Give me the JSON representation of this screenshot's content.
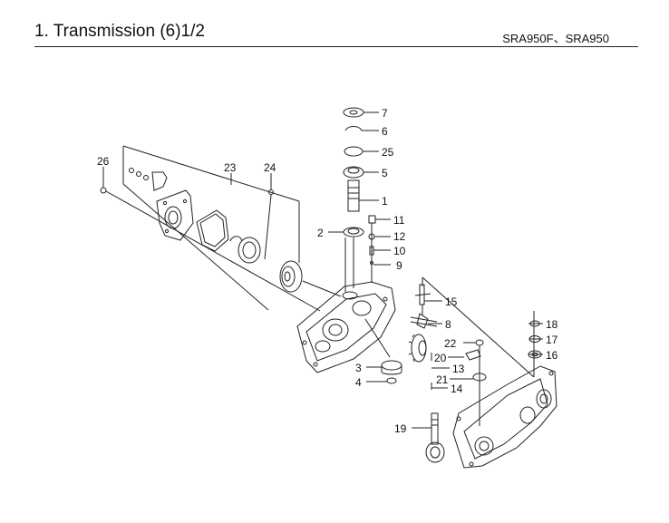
{
  "header": {
    "title": "1. Transmission (6)1/2",
    "model": "SRA950F、SRA950"
  },
  "callouts": [
    {
      "id": "c1",
      "label": "1"
    },
    {
      "id": "c2",
      "label": "2"
    },
    {
      "id": "c3",
      "label": "3"
    },
    {
      "id": "c4",
      "label": "4"
    },
    {
      "id": "c5",
      "label": "5"
    },
    {
      "id": "c6",
      "label": "6"
    },
    {
      "id": "c7",
      "label": "7"
    },
    {
      "id": "c8",
      "label": "8"
    },
    {
      "id": "c9",
      "label": "9"
    },
    {
      "id": "c10",
      "label": "10"
    },
    {
      "id": "c11",
      "label": "11"
    },
    {
      "id": "c12",
      "label": "12"
    },
    {
      "id": "c13",
      "label": "13"
    },
    {
      "id": "c14",
      "label": "14"
    },
    {
      "id": "c15",
      "label": "15"
    },
    {
      "id": "c16",
      "label": "16"
    },
    {
      "id": "c17",
      "label": "17"
    },
    {
      "id": "c18",
      "label": "18"
    },
    {
      "id": "c19",
      "label": "19"
    },
    {
      "id": "c20",
      "label": "20"
    },
    {
      "id": "c21",
      "label": "21"
    },
    {
      "id": "c22",
      "label": "22"
    },
    {
      "id": "c23",
      "label": "23"
    },
    {
      "id": "c24",
      "label": "24"
    },
    {
      "id": "c25",
      "label": "25"
    },
    {
      "id": "c26",
      "label": "26"
    }
  ]
}
